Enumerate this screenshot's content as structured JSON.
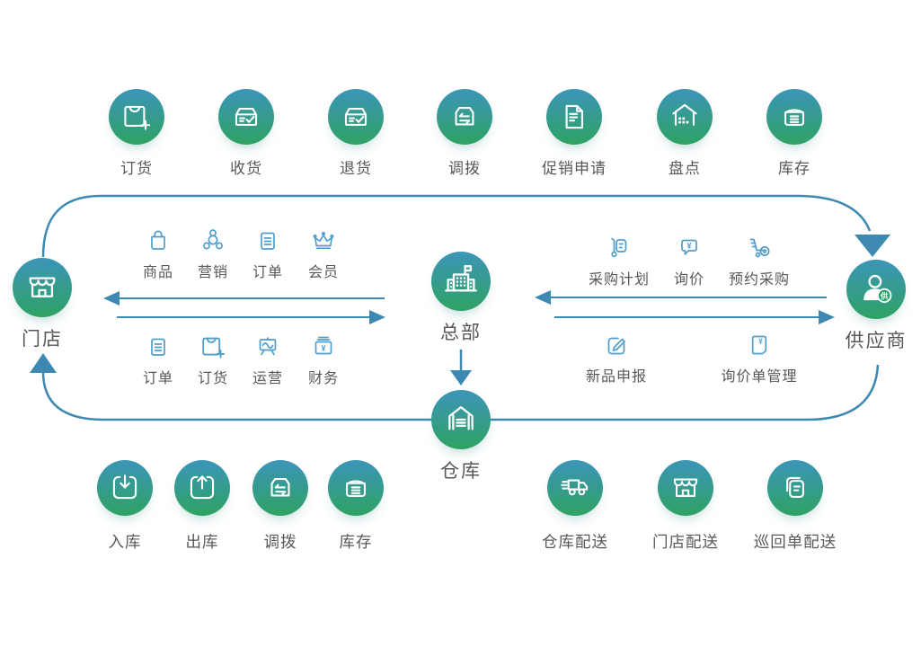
{
  "glyphs": {
    "yen": "¥"
  },
  "colors": {
    "circle_gradient_top": "#3C95B8",
    "circle_gradient_bottom": "#2EA263",
    "mini_icon_blue": "#4F9ECB",
    "connector_blue": "#3E89B2",
    "label_gray": "#57585B",
    "supplier_badge_green": "#27A267"
  },
  "top_row": [
    {
      "label": "订货"
    },
    {
      "label": "收货"
    },
    {
      "label": "退货"
    },
    {
      "label": "调拨"
    },
    {
      "label": "促销申请"
    },
    {
      "label": "盘点"
    },
    {
      "label": "库存"
    }
  ],
  "nodes": {
    "store": {
      "label": "门店"
    },
    "hq": {
      "label": "总部"
    },
    "supplier": {
      "label": "供应商",
      "badge": "供"
    },
    "warehouse": {
      "label": "仓库"
    }
  },
  "store_hq": {
    "top": [
      {
        "label": "商品"
      },
      {
        "label": "营销"
      },
      {
        "label": "订单"
      },
      {
        "label": "会员"
      }
    ],
    "bottom": [
      {
        "label": "订单"
      },
      {
        "label": "订货"
      },
      {
        "label": "运营"
      },
      {
        "label": "财务"
      }
    ]
  },
  "hq_supplier": {
    "top": [
      {
        "label": "采购计划"
      },
      {
        "label": "询价"
      },
      {
        "label": "预约采购"
      }
    ],
    "bottom": [
      {
        "label": "新品申报"
      },
      {
        "label": "询价单管理"
      }
    ]
  },
  "warehouse_ops": [
    {
      "label": "入库"
    },
    {
      "label": "出库"
    },
    {
      "label": "调拨"
    },
    {
      "label": "库存"
    }
  ],
  "delivery_ops": [
    {
      "label": "仓库配送"
    },
    {
      "label": "门店配送"
    },
    {
      "label": "巡回单配送"
    }
  ]
}
